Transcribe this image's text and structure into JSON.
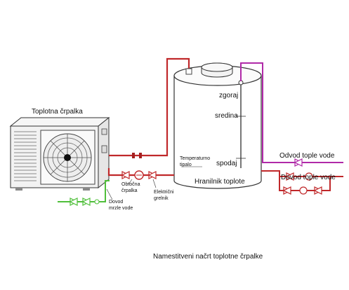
{
  "labels": {
    "heat_pump": "Toplotna črpalka",
    "top": "zgoraj",
    "middle": "sredina",
    "bottom": "spodaj",
    "temp_sensor": [
      "Temperaturno",
      "tipalo"
    ],
    "tank": "Hranilnik toplote",
    "hot_out_1": "Odvod tople vode",
    "hot_out_2": "Dovod tople vode",
    "cold_in": [
      "Dovod",
      "mrzle vode"
    ],
    "circ_pump": [
      "Obtočna",
      "črpalka"
    ],
    "heater": [
      "Električni",
      "grelnik"
    ],
    "caption": "Namestitveni načrt toplotne črpalke"
  },
  "colors": {
    "line": "#333333",
    "hot_pipe": "#c0282a",
    "cold_pipe": "#4fbf3a",
    "purple_pipe": "#b02aa8",
    "casing": "#f2f2f2",
    "fan_grille": "#444444"
  }
}
